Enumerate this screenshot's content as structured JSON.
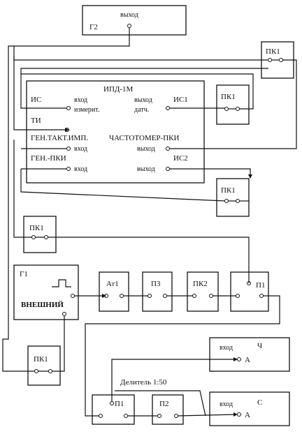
{
  "g2": {
    "name": "Г2",
    "out": "выход"
  },
  "ipd": {
    "title": "ИПД-1М",
    "is": "ИС",
    "in1": "вход",
    "in2": "измерит.",
    "out1": "выход",
    "out2": "датч.",
    "is1": "ИС1"
  },
  "ti": "ТИ",
  "gen_takt": "ГЕН.ТАКТ.ИМП.",
  "freq": {
    "title": "ЧАСТОТОМЕР-ПКИ",
    "in": "вход",
    "out": "выход"
  },
  "gen_pki": {
    "title": "ГЕН.-ПКИ",
    "in": "вход",
    "out": "выход",
    "is2": "ИС2"
  },
  "pk1": "ПК1",
  "g1": {
    "name": "Г1",
    "mode": "ВНЕШНИЙ"
  },
  "at1": "Ат1",
  "p3": "П3",
  "pk2": "ПК2",
  "p1": "П1",
  "p2": "П2",
  "ch": {
    "in": "вход",
    "name": "Ч",
    "a": "А"
  },
  "c": {
    "in": "вход",
    "name": "С",
    "a": "А"
  },
  "divider": "Делитель 1:50"
}
